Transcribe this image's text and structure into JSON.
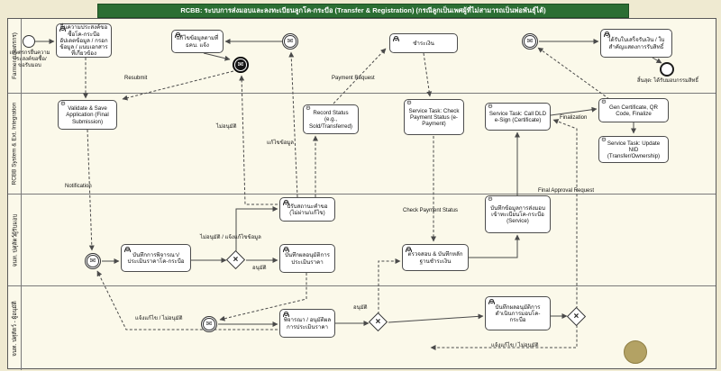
{
  "title": "RCBB: ระบบการส่งมอบและลงทะเบียนลูกโค-กระบือ (Transfer & Registration) (กรณีลูกเป็นเพศผู้ที่ไม่สามารถเป็นพ่อพันธุ์ได้)",
  "lanes": [
    {
      "label": "Farmer (เกษตรกร)"
    },
    {
      "label": "RCBB System & Ext. Integration"
    },
    {
      "label": "จนท. ปศุสัตว์ผู้รับมอบ"
    },
    {
      "label": "จนท. ปศุสัตว์ - ผู้อนุมัติ"
    }
  ],
  "icons": {
    "gear": "⚙",
    "envelope": "✉",
    "gateway_x": "×"
  },
  "nodes": {
    "start_label": "เกษตรกรยื่นความประสงค์ขอซื้อ/ขอรับมอบ",
    "submit_request": "ยื่นความประสงค์ขอซื้อโค-กระบือ อัปเดตข้อมูล / กรอกข้อมูล / แนบเอกสารที่เกี่ยวข้อง",
    "edit_info": "แก้ไขข้อมูลตามที่ ธคบ. แจ้ง",
    "pay": "ชำระเงิน",
    "receive_receipt": "ได้รับใบเสร็จรับเงิน / ใบสำคัญแสดงการรับสิทธิ์",
    "end_label": "สิ้นสุด: ได้รับมอบกรรมสิทธิ์",
    "validate": "Validate & Save Application (Final Submission)",
    "record_status": "Record Status (e.g., Sold/Transferred)",
    "check_payment": "Service Task: Check Payment Status (e-Payment)",
    "dld_esign": "Service Task: Call DLD e-Sign (Certificate)",
    "gen_cert": "Gen Certificate, QR Code, Finalize",
    "update_nid": "Service Task: Update NID (Transfer/Ownership)",
    "consider_price": "บันทึกการพิจารณา/ประเมินราคาโค-กระบือ",
    "record_price_approval": "บันทึกผลอนุมัติการประเมินราคา",
    "update_status_reject": "ปรับสถานะคำขอ (ไม่ผ่าน/แก้ไข)",
    "verify_payment": "ตรวจสอบ & บันทึกหลักฐานชำระเงิน",
    "record_transfer": "บันทึกข้อมูลการส่งมอบเข้าทะเบียนโค-กระบือ (Service)",
    "approve_price": "พิจารณา / อนุมัติผลการประเมินราคา",
    "record_final_approval": "บันทึกผลอนุมัติการดำเนินการมอบโค-กระบือ"
  },
  "edge_labels": {
    "resubmit": "Resubmit",
    "not_approved": "ไม่อนุมัติ",
    "edit_info": "แก้ไขข้อมูล",
    "payment_request": "Payment Request",
    "notification": "Notification",
    "finalization": "Finalization",
    "check_payment_status": "Check Payment Status",
    "final_approval_request": "Final Approval Request",
    "approve": "อนุมัติ",
    "not_approved_edit": "ไม่อนุมัติ / แจ้งแก้ไขข้อมูล",
    "approve2": "อนุมัติ",
    "notify_edit_reject": "แจ้งแก้ไข / ไม่อนุมัติ",
    "notify_edit_reject2": "แจ้งแก้ไข / ไม่อนุมัติ"
  }
}
